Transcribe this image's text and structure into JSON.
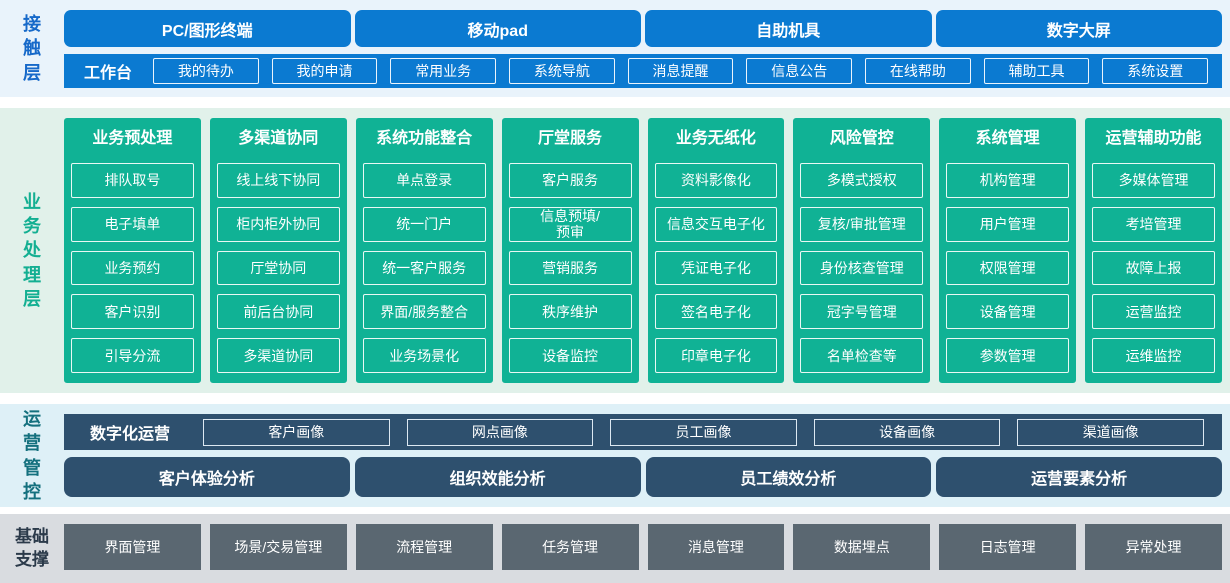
{
  "contact_layer": {
    "label": "接触层",
    "terminals": [
      "PC/图形终端",
      "移动pad",
      "自助机具",
      "数字大屏"
    ],
    "workbench": {
      "label": "工作台",
      "items": [
        "我的待办",
        "我的申请",
        "常用业务",
        "系统导航",
        "消息提醒",
        "信息公告",
        "在线帮助",
        "辅助工具",
        "系统设置"
      ]
    }
  },
  "business_layer": {
    "label": "业务处理层",
    "columns": [
      {
        "title": "业务预处理",
        "items": [
          "排队取号",
          "电子填单",
          "业务预约",
          "客户识别",
          "引导分流"
        ]
      },
      {
        "title": "多渠道协同",
        "items": [
          "线上线下协同",
          "柜内柜外协同",
          "厅堂协同",
          "前后台协同",
          "多渠道协同"
        ]
      },
      {
        "title": "系统功能整合",
        "items": [
          "单点登录",
          "统一门户",
          "统一客户服务",
          "界面/服务整合",
          "业务场景化"
        ]
      },
      {
        "title": "厅堂服务",
        "items": [
          "客户服务",
          "信息预填/\n预审",
          "营销服务",
          "秩序维护",
          "设备监控"
        ]
      },
      {
        "title": "业务无纸化",
        "items": [
          "资料影像化",
          "信息交互电子化",
          "凭证电子化",
          "签名电子化",
          "印章电子化"
        ]
      },
      {
        "title": "风险管控",
        "items": [
          "多模式授权",
          "复核/审批管理",
          "身份核查管理",
          "冠字号管理",
          "名单检查等"
        ]
      },
      {
        "title": "系统管理",
        "items": [
          "机构管理",
          "用户管理",
          "权限管理",
          "设备管理",
          "参数管理"
        ]
      },
      {
        "title": "运营辅助功能",
        "items": [
          "多媒体管理",
          "考培管理",
          "故障上报",
          "运营监控",
          "运维监控"
        ]
      }
    ]
  },
  "operations_layer": {
    "label": "运营管控",
    "digital_ops": {
      "label": "数字化运营",
      "items": [
        "客户画像",
        "网点画像",
        "员工画像",
        "设备画像",
        "渠道画像"
      ]
    },
    "analysis_bars": [
      "客户体验分析",
      "组织效能分析",
      "员工绩效分析",
      "运营要素分析"
    ]
  },
  "foundation_layer": {
    "label": "基础支撑",
    "items": [
      "界面管理",
      "场景/交易管理",
      "流程管理",
      "任务管理",
      "消息管理",
      "数据埋点",
      "日志管理",
      "异常处理"
    ]
  },
  "colors": {
    "primary_blue": "#0b7ad1",
    "teal_green": "#10b295",
    "navy": "#2e506e",
    "slate_gray": "#5a6771",
    "band_blue_bg": "#e9f3fb",
    "band_green_bg": "#e1f1ea",
    "band_lightblue_bg": "#def0f7",
    "band_gray_bg": "#d9dce0",
    "label_blue": "#1669c9",
    "label_green": "#13af92",
    "label_teal": "#14707e",
    "label_dark": "#2b3a4a"
  }
}
